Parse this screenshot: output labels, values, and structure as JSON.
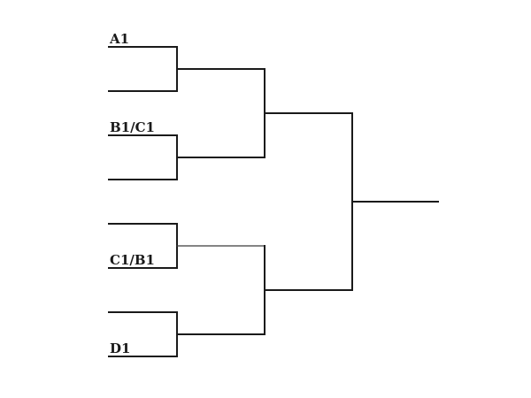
{
  "bracket": {
    "seeds": [
      "A1",
      "B1/C1",
      "C1/B1",
      "D1"
    ]
  }
}
